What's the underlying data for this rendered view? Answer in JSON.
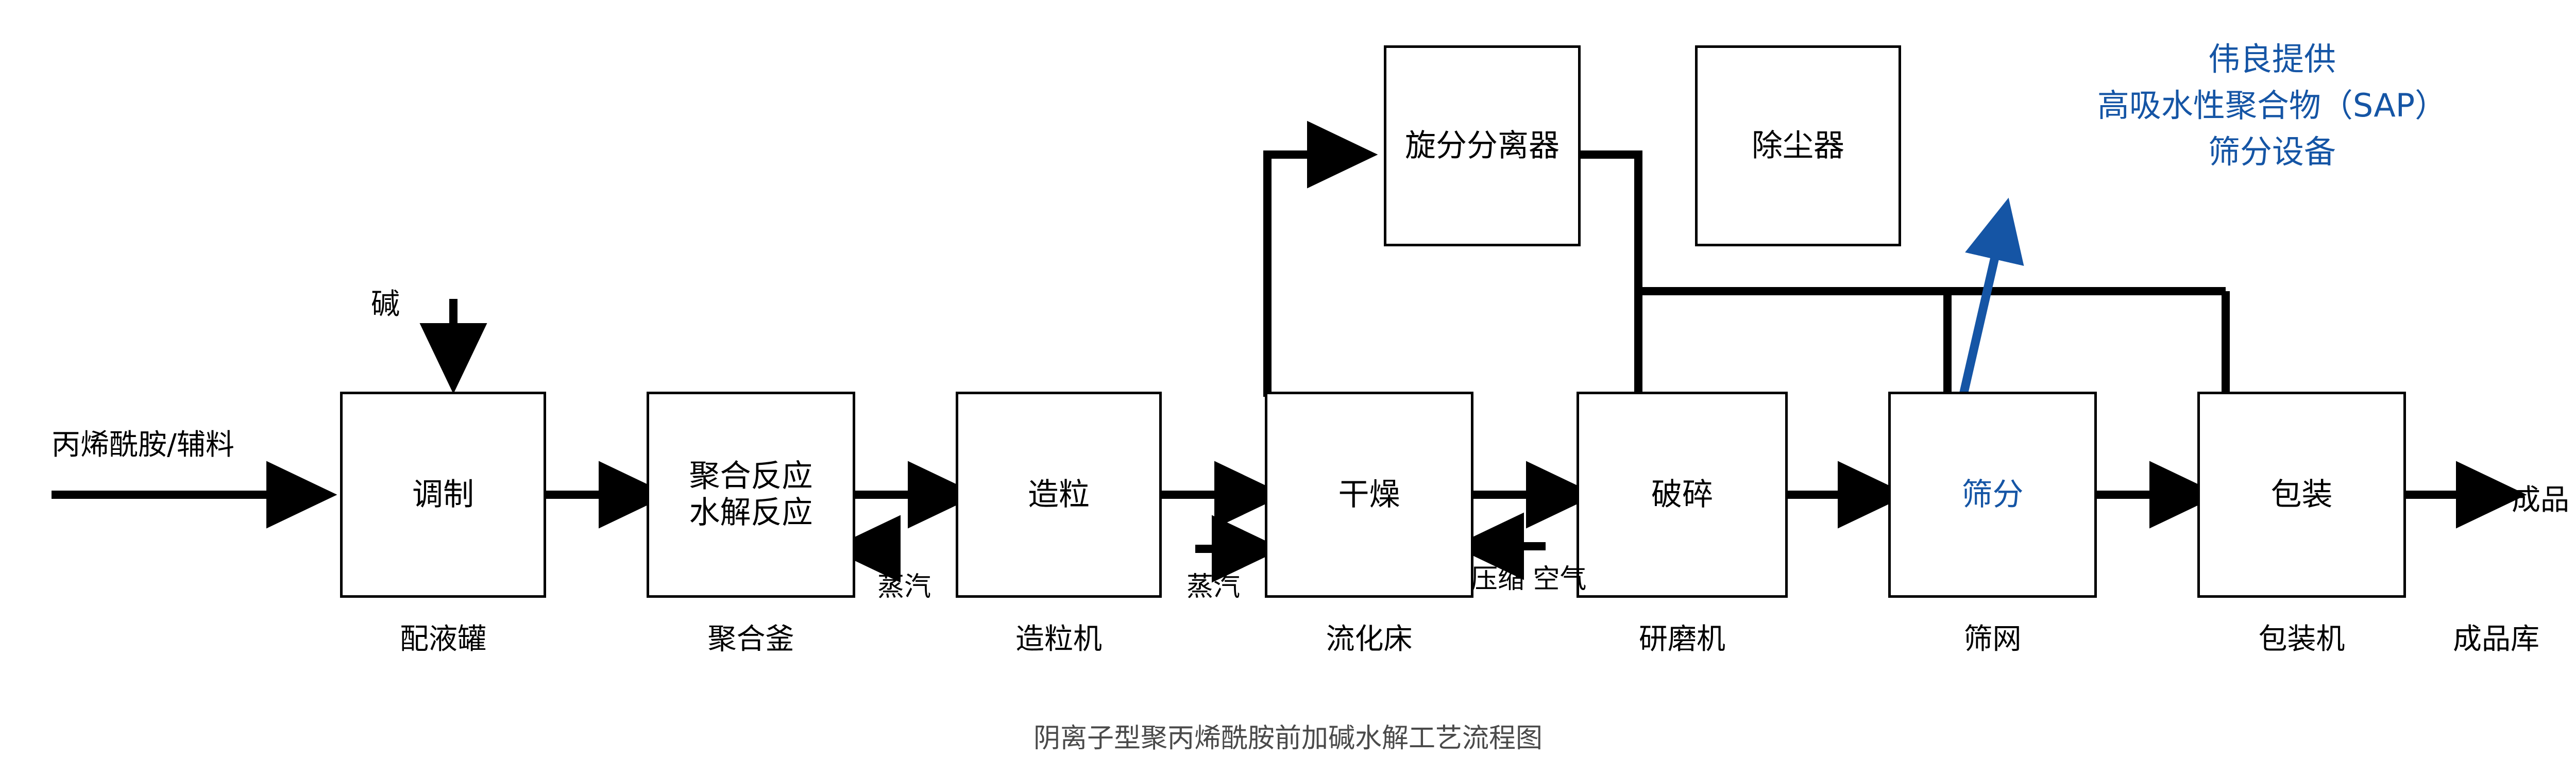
{
  "figure": {
    "caption": "阴离子型聚丙烯酰胺前加碱水解工艺流程图",
    "accent_blue": "#1555A5",
    "line_color": "#000000",
    "caption_color": "#4a4a4a",
    "background": "#ffffff"
  },
  "process_nodes": [
    {
      "id": "tiaozhi",
      "label": "调制",
      "equipment": "配液罐"
    },
    {
      "id": "juhe",
      "label": "聚合反应\n水解反应",
      "equipment": "聚合釜"
    },
    {
      "id": "zaoli",
      "label": "造粒",
      "equipment": "造粒机"
    },
    {
      "id": "ganzao",
      "label": "干燥",
      "equipment": "流化床"
    },
    {
      "id": "posui",
      "label": "破碎",
      "equipment": "研磨机"
    },
    {
      "id": "shaifen",
      "label": "筛分",
      "equipment": "筛网"
    },
    {
      "id": "baozhuang",
      "label": "包装",
      "equipment": "包装机"
    }
  ],
  "auxiliary_nodes": [
    {
      "id": "xuanfen",
      "label": "旋分分离器"
    },
    {
      "id": "chuchen",
      "label": "除尘器"
    }
  ],
  "streams": {
    "feed_in": "丙烯酰胺/辅料",
    "alkali": "碱",
    "product_out": "成品",
    "product_store": "成品库"
  },
  "utility_labels": [
    {
      "id": "steam-to-reactor",
      "label": "蒸汽"
    },
    {
      "id": "steam-to-dryer",
      "label": "蒸汽"
    },
    {
      "id": "compressed-air",
      "label": "压缩\n空气"
    }
  ],
  "annotation": {
    "line1": "伟良提供",
    "line2": "高吸水性聚合物（SAP）",
    "line3": "筛分设备",
    "full": "伟良提供\n高吸水性聚合物（SAP）\n筛分设备"
  }
}
